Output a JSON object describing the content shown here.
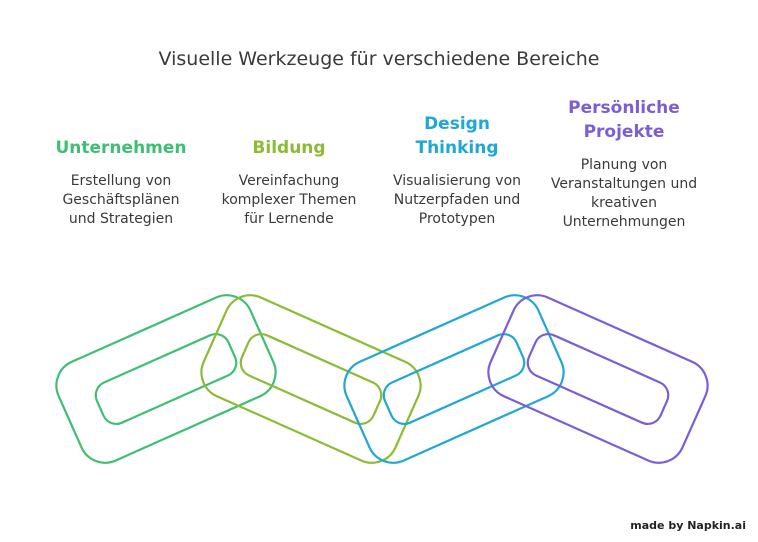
{
  "title": "Visuelle Werkzeuge für verschiedene Bereiche",
  "columns": [
    {
      "heading": "Unternehmen",
      "color": "#3fbf74",
      "desc": [
        "Erstellung von",
        "Geschäftsplänen",
        "und Strategien"
      ]
    },
    {
      "heading": "Bildung",
      "color": "#8cbb35",
      "desc": [
        "Vereinfachung",
        "komplexer Themen",
        "für Lernende"
      ]
    },
    {
      "heading_lines": [
        "Design",
        "Thinking"
      ],
      "color": "#1fa7d6",
      "desc": [
        "Visualisierung von",
        "Nutzerpfaden und",
        "Prototypen"
      ]
    },
    {
      "heading_lines": [
        "Persönliche",
        "Projekte"
      ],
      "color": "#7b5ed6",
      "desc": [
        "Planung von",
        "Veranstaltungen und",
        "kreativen",
        "Unternehmungen"
      ]
    }
  ],
  "credit": "made by Napkin.ai"
}
